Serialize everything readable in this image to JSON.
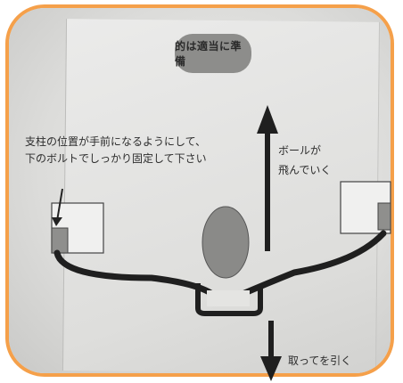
{
  "title": "的は適当に準備",
  "support_note_line1": "支柱の位置が手前になるようにして、",
  "support_note_line2": "下のボルトでしっかり固定して下さい",
  "ball_text_line1": "ボールが",
  "ball_text_line2": "飛んでいく",
  "pull_text": "取ってを引く",
  "colors": {
    "frame_border": "#f5a04a",
    "pill": "#8d8d8b",
    "ink": "#1f1f1f",
    "target": "#8a8a88"
  }
}
